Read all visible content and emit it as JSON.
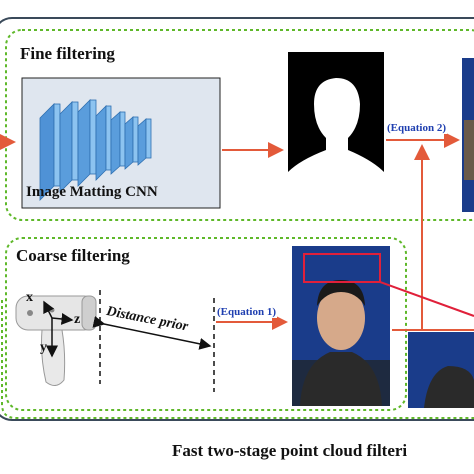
{
  "fine": {
    "title": "Fine filtering",
    "cnn_label": "Image Matting CNN",
    "equation_label": "(Equation 2)"
  },
  "coarse": {
    "title": "Coarse filtering",
    "equation_label": "(Equation 1)",
    "distance_label": "Distance prior",
    "axis_x": "x",
    "axis_y": "y",
    "axis_z": "z"
  },
  "caption": "Fast two-stage point cloud filteri",
  "colors": {
    "outer_border": "#3a4a5a",
    "fine_dash": "#5fb82a",
    "arrow": "#e35a3a",
    "cnn_panel": "#dfe6ef",
    "cnn_layer": "#6fb0e8",
    "equation_text": "#1f3fb0",
    "face_box": "#e0203a",
    "photo_bg": "#1a3c8a"
  }
}
